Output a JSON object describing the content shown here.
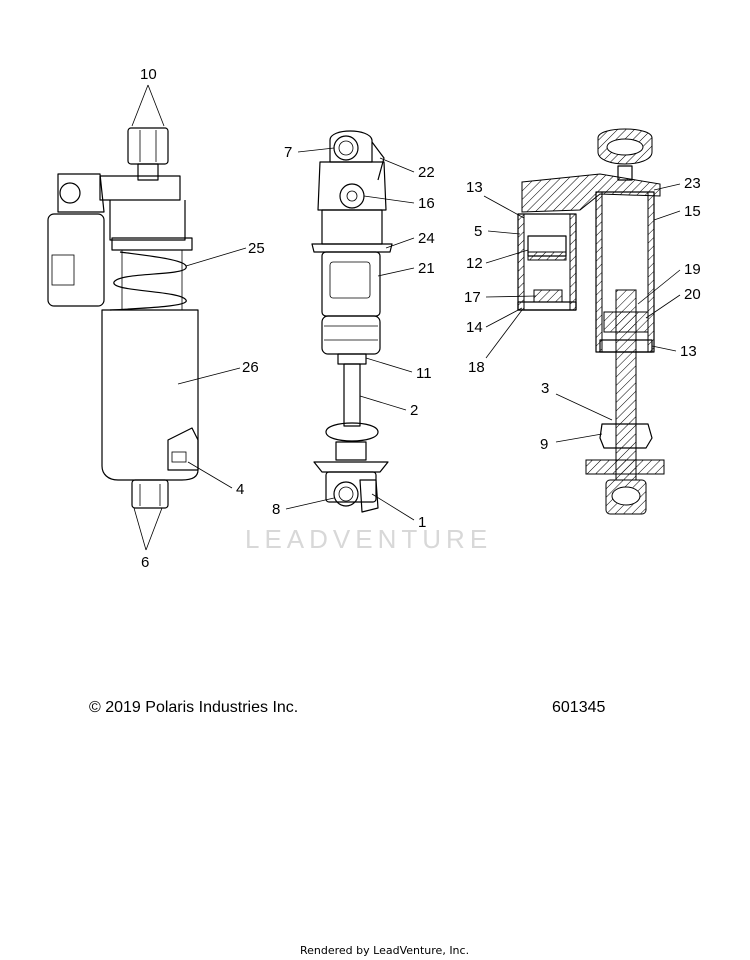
{
  "diagram": {
    "watermark": "LEADVENTURE",
    "callouts": {
      "c1": "1",
      "c2": "2",
      "c3": "3",
      "c4": "4",
      "c5": "5",
      "c6": "6",
      "c7": "7",
      "c8": "8",
      "c9": "9",
      "c10": "10",
      "c11": "11",
      "c12": "12",
      "c13a": "13",
      "c13b": "13",
      "c14": "14",
      "c15": "15",
      "c16": "16",
      "c17": "17",
      "c18": "18",
      "c19": "19",
      "c20": "20",
      "c21": "21",
      "c22": "22",
      "c23": "23",
      "c24": "24",
      "c25": "25",
      "c26": "26"
    }
  },
  "footer": {
    "copyright": "© 2019 Polaris Industries Inc.",
    "drawing_number": "601345",
    "rendered_by": "Rendered by LeadVenture, Inc."
  }
}
